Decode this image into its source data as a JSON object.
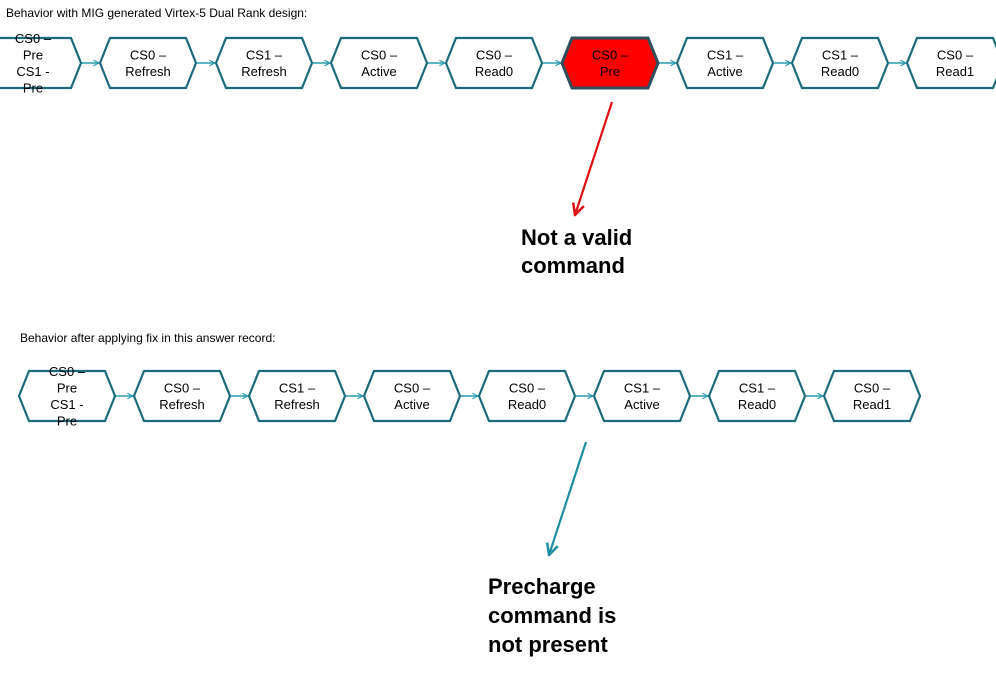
{
  "diagram": {
    "caption_top": "Behavior with MIG generated Virtex-5 Dual Rank design:",
    "caption_bottom": "Behavior after applying fix in this answer record:",
    "colors": {
      "outline": "#1d6a7c",
      "connector": "#2a9bb0",
      "highlight_fill": "#ff0000",
      "highlight_stroke": "#2f4f5c",
      "box_text": "#000000",
      "note_text": "#000000",
      "arrow_top": "#dd1111",
      "arrow_bottom": "#1e8ea0"
    },
    "top_row": [
      {
        "lines": [
          "CS0 –",
          "Pre",
          "CS1 -",
          "Pre"
        ],
        "highlight": false
      },
      {
        "lines": [
          "CS0 –",
          "Refresh"
        ],
        "highlight": false
      },
      {
        "lines": [
          "CS1 –",
          "Refresh"
        ],
        "highlight": false
      },
      {
        "lines": [
          "CS0 –",
          "Active"
        ],
        "highlight": false
      },
      {
        "lines": [
          "CS0 –",
          "Read0"
        ],
        "highlight": false
      },
      {
        "lines": [
          "CS0 –",
          "Pre"
        ],
        "highlight": true
      },
      {
        "lines": [
          "CS1 –",
          "Active"
        ],
        "highlight": false
      },
      {
        "lines": [
          "CS1 –",
          "Read0"
        ],
        "highlight": false
      },
      {
        "lines": [
          "CS0 –",
          "Read1"
        ],
        "highlight": false
      }
    ],
    "bottom_row": [
      {
        "lines": [
          "CS0 –",
          "Pre",
          "CS1 -",
          "Pre"
        ],
        "highlight": false
      },
      {
        "lines": [
          "CS0 –",
          "Refresh"
        ],
        "highlight": false
      },
      {
        "lines": [
          "CS1 –",
          "Refresh"
        ],
        "highlight": false
      },
      {
        "lines": [
          "CS0 –",
          "Active"
        ],
        "highlight": false
      },
      {
        "lines": [
          "CS0 –",
          "Read0"
        ],
        "highlight": false
      },
      {
        "lines": [
          "CS1 –",
          "Active"
        ],
        "highlight": false
      },
      {
        "lines": [
          "CS1 –",
          "Read0"
        ],
        "highlight": false
      },
      {
        "lines": [
          "CS0 –",
          "Read1"
        ],
        "highlight": false
      }
    ],
    "note_top": [
      "Not a valid",
      "command"
    ],
    "note_bottom": [
      "Precharge",
      "command is",
      "not present"
    ]
  }
}
